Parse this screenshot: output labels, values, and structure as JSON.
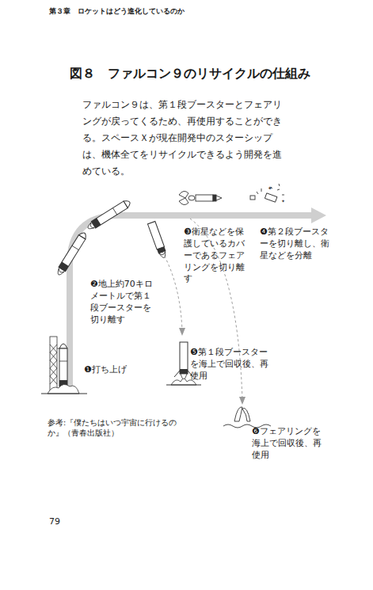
{
  "diagram": {
    "title": "図８　ファルコン９のリサイクルの仕組み",
    "caption": "ファルコン９は、第１段ブースターとフェアリングが戻ってくるため、再使用することができる。スペースＸが現在開発中のスターシップは、機体全てをリサイクルできるよう開発を進めている。",
    "labels": [
      "第３章　ロケットはどう進化しているのか",
      "❶打ち上げ",
      "❷地上約70キロメートルで第１段ブースターを切り離す",
      "❸衛星などを保護しているカバーであるフェアリングを切り離す",
      "❹第２段ブースターを切り離し、衛星などを分離",
      "❺第１段ブースターを海上で回収後、再使用",
      "❻フェアリングを海上で回収後、再使用",
      "参考:『僕たちはいつ宇宙に行けるのか』（青春出版社）",
      "79"
    ]
  }
}
